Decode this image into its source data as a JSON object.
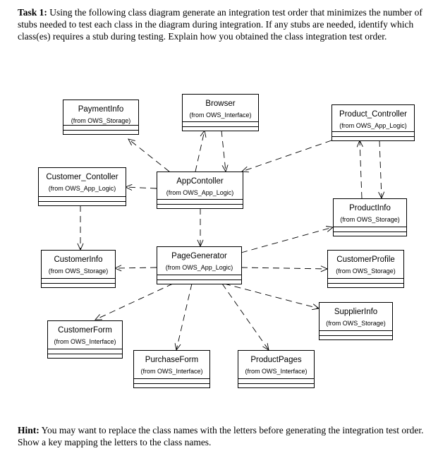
{
  "task": {
    "label": "Task 1:",
    "text": " Using the following class diagram generate an integration test order that minimizes the number of stubs needed to test each class in the diagram during integration. If any stubs are needed, identify which class(es) requires a stub during testing.  Explain how you obtained the class integration test order."
  },
  "hint": {
    "label": "Hint:",
    "text": " You may want to replace the class names with the letters before generating the integration test order. Show a key mapping the letters to the class names."
  },
  "diagram": {
    "classes": [
      {
        "id": "paymentinfo",
        "name": "PaymentInfo",
        "pkg": "(from OWS_Storage)"
      },
      {
        "id": "browser",
        "name": "Browser",
        "pkg": "(from OWS_Interface)"
      },
      {
        "id": "product_controller",
        "name": "Product_Controller",
        "pkg": "(from OWS_App_Logic)"
      },
      {
        "id": "customer_contoller",
        "name": "Customer_Contoller",
        "pkg": "(from OWS_App_Logic)"
      },
      {
        "id": "appcontoller",
        "name": "AppContoller",
        "pkg": "(from OWS_App_Logic)"
      },
      {
        "id": "productinfo",
        "name": "ProductInfo",
        "pkg": "(from OWS_Storage)"
      },
      {
        "id": "customerinfo",
        "name": "CustomerInfo",
        "pkg": "(from OWS_Storage)"
      },
      {
        "id": "pagegenerator",
        "name": "PageGenerator",
        "pkg": "(from OWS_App_Logic)"
      },
      {
        "id": "customerprofile",
        "name": "CustomerProfile",
        "pkg": "(from OWS_Storage)"
      },
      {
        "id": "supplierinfo",
        "name": "SupplierInfo",
        "pkg": "(from OWS_Storage)"
      },
      {
        "id": "customerform",
        "name": "CustomerForm",
        "pkg": "(from OWS_Interface)"
      },
      {
        "id": "purchaseform",
        "name": "PurchaseForm",
        "pkg": "(from OWS_Interface)"
      },
      {
        "id": "productpages",
        "name": "ProductPages",
        "pkg": "(from OWS_Interface)"
      }
    ],
    "dependencies": [
      {
        "from": "appcontoller",
        "to": "paymentinfo"
      },
      {
        "from": "appcontoller",
        "to": "browser"
      },
      {
        "from": "browser",
        "to": "appcontoller"
      },
      {
        "from": "product_controller",
        "to": "appcontoller"
      },
      {
        "from": "appcontoller",
        "to": "customer_contoller"
      },
      {
        "from": "customer_contoller",
        "to": "customerinfo"
      },
      {
        "from": "appcontoller",
        "to": "pagegenerator"
      },
      {
        "from": "productinfo",
        "to": "product_controller"
      },
      {
        "from": "product_controller",
        "to": "productinfo"
      },
      {
        "from": "pagegenerator",
        "to": "productinfo"
      },
      {
        "from": "pagegenerator",
        "to": "customerinfo"
      },
      {
        "from": "pagegenerator",
        "to": "customerprofile"
      },
      {
        "from": "pagegenerator",
        "to": "supplierinfo"
      },
      {
        "from": "pagegenerator",
        "to": "customerform"
      },
      {
        "from": "pagegenerator",
        "to": "purchaseform"
      },
      {
        "from": "pagegenerator",
        "to": "productpages"
      }
    ]
  }
}
